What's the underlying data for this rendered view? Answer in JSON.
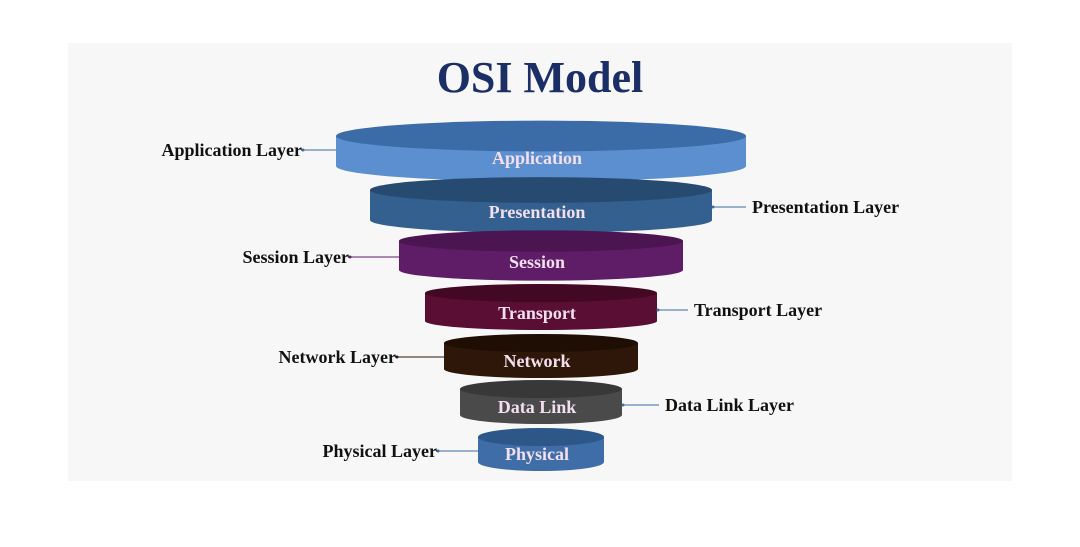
{
  "title": "OSI Model",
  "layers": [
    {
      "name": "Application",
      "callout": "Application Layer",
      "side": "left",
      "color": "#5b8fcf",
      "top_color": "#3c6ca8",
      "line_color": "#3a6ea5"
    },
    {
      "name": "Presentation",
      "callout": "Presentation Layer",
      "side": "right",
      "color": "#33608f",
      "top_color": "#264a70",
      "line_color": "#3a6ea5"
    },
    {
      "name": "Session",
      "callout": "Session Layer",
      "side": "left",
      "color": "#5e1d66",
      "top_color": "#4a1550",
      "line_color": "#5e1d66"
    },
    {
      "name": "Transport",
      "callout": "Transport Layer",
      "side": "right",
      "color": "#5a0e33",
      "top_color": "#420824",
      "line_color": "#3a6ea5"
    },
    {
      "name": "Network",
      "callout": "Network Layer",
      "side": "left",
      "color": "#2e1608",
      "top_color": "#1f0e04",
      "line_color": "#2e1608"
    },
    {
      "name": "Data Link",
      "callout": "Data Link Layer",
      "side": "right",
      "color": "#4a4a4a",
      "top_color": "#383838",
      "line_color": "#3a6ea5"
    },
    {
      "name": "Physical",
      "callout": "Physical Layer",
      "side": "left",
      "color": "#3f6da8",
      "top_color": "#2d5689",
      "line_color": "#3a6ea5"
    }
  ]
}
